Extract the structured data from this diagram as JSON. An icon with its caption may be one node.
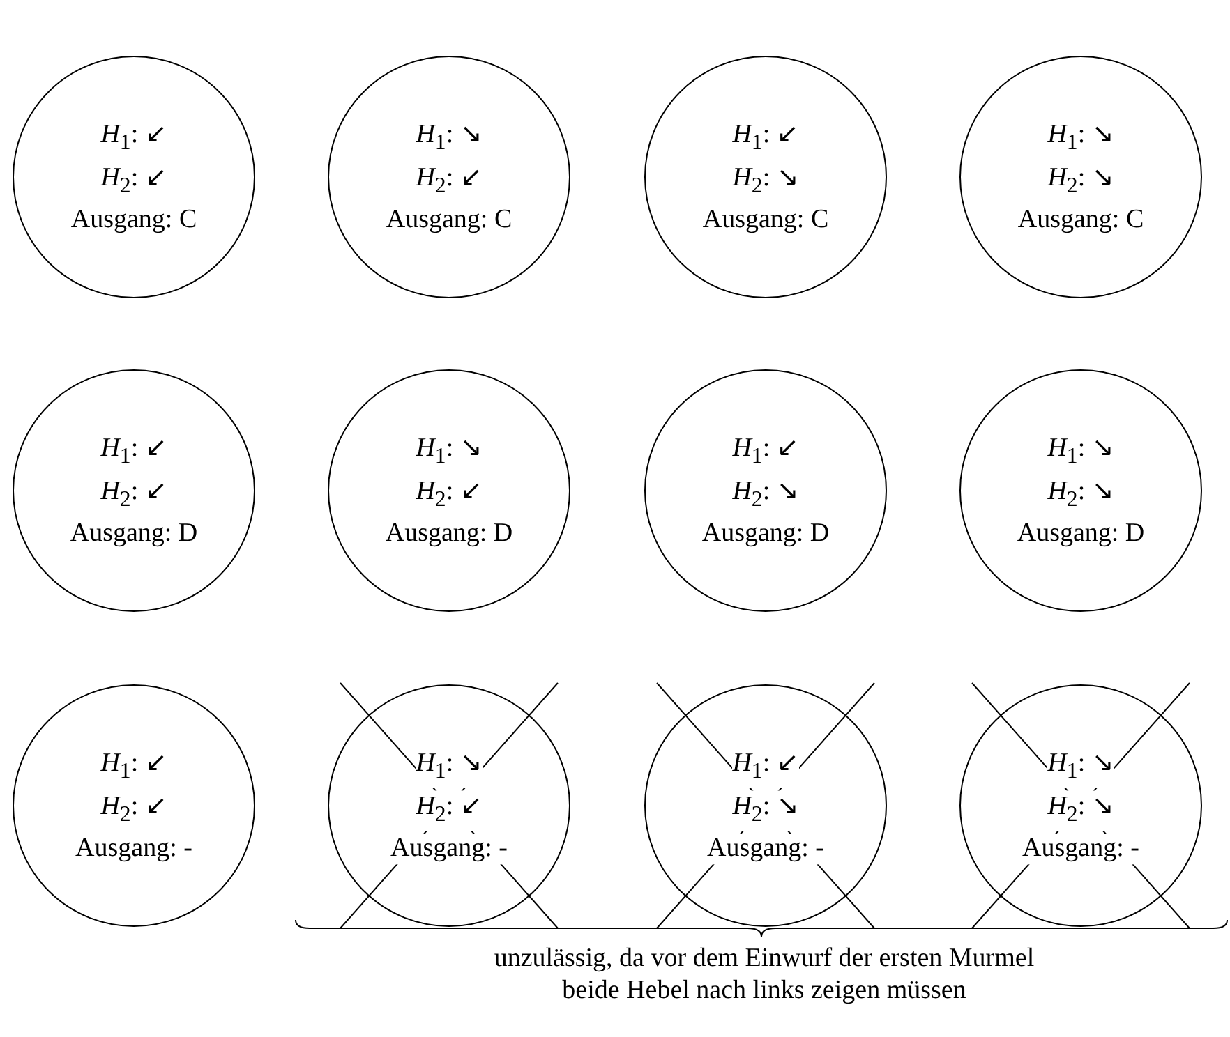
{
  "diagram": {
    "nodes": [
      {
        "text": [
          "*H*$_{1}$: ↙",
          "*H*$_{2}$: ↙",
          "Ausgang: C"
        ]
      },
      {
        "text": [
          "*H*$_{1}$: ↘",
          "*H*$_{2}$: ↙",
          "Ausgang: C"
        ]
      },
      {
        "text": [
          "*H*$_{1}$: ↙",
          "*H*$_{2}$: ↘",
          "Ausgang: C"
        ]
      },
      {
        "text": [
          "*H*$_{1}$: ↘",
          "*H*$_{2}$: ↘",
          "Ausgang: C"
        ]
      },
      {
        "text": [
          "*H*$_{1}$: ↙",
          "*H*$_{2}$: ↙",
          "Ausgang: D"
        ]
      },
      {
        "text": [
          "*H*$_{1}$: ↘",
          "*H*$_{2}$: ↙",
          "Ausgang: D"
        ]
      },
      {
        "text": [
          "*H*$_{1}$: ↙",
          "*H*$_{2}$: ↘",
          "Ausgang: D"
        ]
      },
      {
        "text": [
          "*H*$_{1}$: ↘",
          "*H*$_{2}$: ↘",
          "Ausgang: D"
        ]
      },
      {
        "text": [
          "*H*$_{1}$: ↙",
          "*H*$_{2}$: ↙",
          "Ausgang: -"
        ]
      },
      {
        "text": [
          "*H*$_{1}$: ↘",
          "*H*$_{2}$: ↙",
          "Ausgang: -"
        ]
      },
      {
        "text": [
          "*H*$_{1}$: ↙",
          "*H*$_{2}$: ↘",
          "Ausgang: -"
        ]
      },
      {
        "text": [
          "*H*$_{1}$: ↘",
          "*H*$_{2}$: ↘",
          "Ausgang: -"
        ]
      }
    ],
    "labels": [
      "unzulässig, da vor dem Einwurf der ersten Murmel beide Hebel nach links zeigen müssen"
    ]
  }
}
